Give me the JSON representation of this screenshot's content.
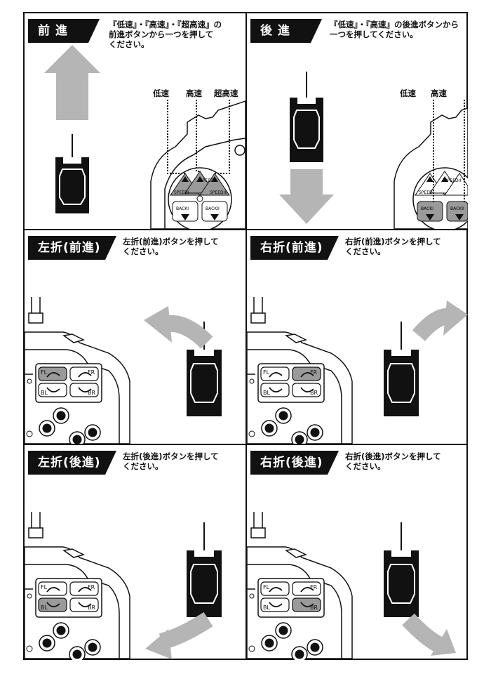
{
  "panels": [
    {
      "title": "前 進",
      "text": "『低速』・『高速』・『超高速』の\n前進ボタンから一つを押して\nください。",
      "speed_labels": [
        "低速",
        "高速",
        "超高速"
      ]
    },
    {
      "title": "後 進",
      "text": "『低速』・『高速』の後進ボタンから\n一つを押してください。",
      "speed_labels": [
        "低速",
        "高速"
      ]
    },
    {
      "title": "左折(前進)",
      "text": "左折(前進)ボタンを押して\nください。"
    },
    {
      "title": "右折(前進)",
      "text": "右折(前進)ボタンを押して\nください。"
    },
    {
      "title": "左折(後進)",
      "text": "左折(後進)ボタンを押して\nください。"
    },
    {
      "title": "右折(後進)",
      "text": "右折(後進)ボタンを押して\nください。"
    }
  ],
  "remote": {
    "speed_buttons": [
      "SPEEDI",
      "SPEEDII"
    ],
    "speed3": "SPEEDIII",
    "back_buttons": [
      "BACKI",
      "BACKII"
    ],
    "turn_buttons": [
      "FL",
      "FR",
      "BL",
      "BR"
    ]
  },
  "colors": {
    "ink": "#111111",
    "arrow": "#b5b5b5",
    "pressed": "#9a9a9a"
  },
  "icons": [
    "arrow-up-icon",
    "arrow-down-icon",
    "curved-arrow-icon",
    "car-icon",
    "remote-control-icon"
  ]
}
